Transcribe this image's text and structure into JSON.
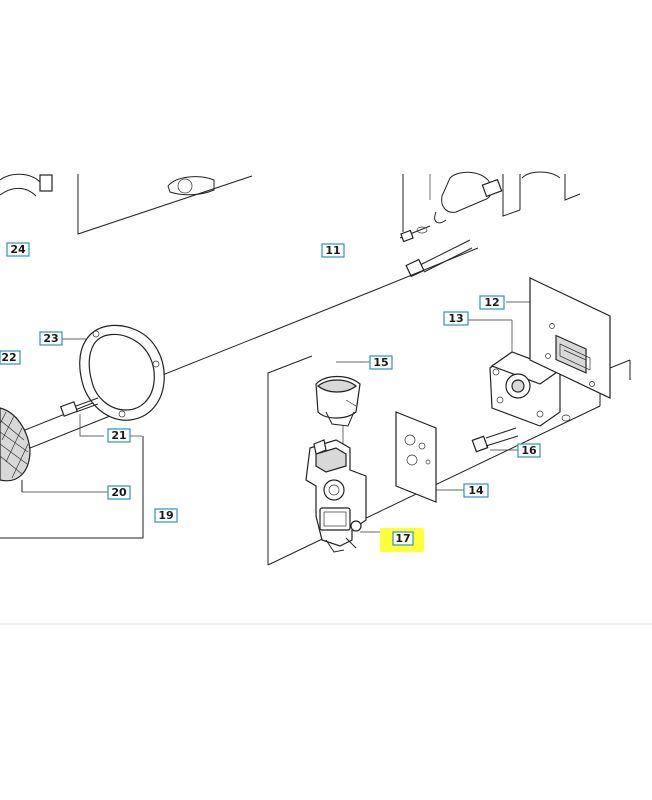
{
  "labels": {
    "p24": "24",
    "p11": "11",
    "p12": "12",
    "p13": "13",
    "p23": "23",
    "p22": "22",
    "p15": "15",
    "p21": "21",
    "p16": "16",
    "p14": "14",
    "p20": "20",
    "p19": "19",
    "p17": "17"
  },
  "colors": {
    "label_border": "#2a95b8",
    "highlight": "#ffff3a"
  },
  "highlighted_part": "17"
}
